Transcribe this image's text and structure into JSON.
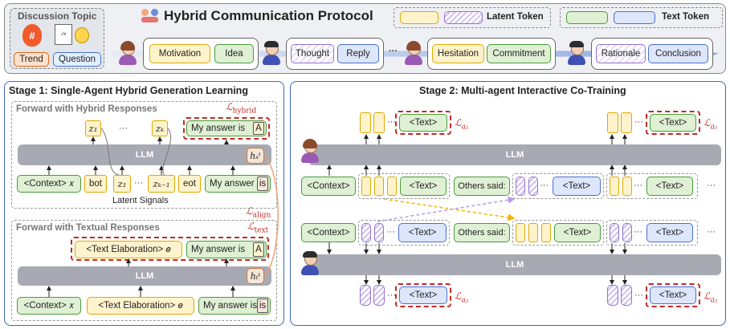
{
  "top": {
    "topic_title": "Discussion Topic",
    "trend_label": "Trend",
    "question_label": "Question",
    "protocol_title": "Hybrid Communication Protocol",
    "legend_latent": "Latent Token",
    "legend_text": "Text Token",
    "bubbles": [
      "Motivation",
      "Idea",
      "Thought",
      "Reply",
      "Hesitation",
      "Commitment",
      "Rationale",
      "Conclusion"
    ],
    "ellipsis": "···"
  },
  "stage1": {
    "title": "Stage 1: Single-Agent Hybrid Generation Learning",
    "fwd_hybrid": "Forward with Hybrid Responses",
    "fwd_text": "Forward with Textual Responses",
    "llm": "LLM",
    "context": "<Context> 𝑥",
    "bot": "bot",
    "z1": "z₁",
    "zk1": "zₖ₋₁",
    "zk": "zₖ",
    "eot": "eot",
    "answer_prefix": "My answer is",
    "answer_is": "is",
    "answer_A": "A",
    "latent_signals": "Latent Signals",
    "text_elab": "<Text Elaboration> 𝑒",
    "h_s": "hₛᵗ",
    "h_t": "hₜᵗ",
    "loss_hybrid": "ℒhybrid",
    "loss_align": "ℒalign",
    "loss_text": "ℒtext",
    "dots": "···"
  },
  "stage2": {
    "title": "Stage 2: Multi-agent Interactive Co-Training",
    "llm": "LLM",
    "context": "<Context>",
    "text": "<Text>",
    "others": "Others said:",
    "loss_a1": "ℒa₁",
    "loss_a2": "ℒa₂",
    "dots": "···"
  }
}
